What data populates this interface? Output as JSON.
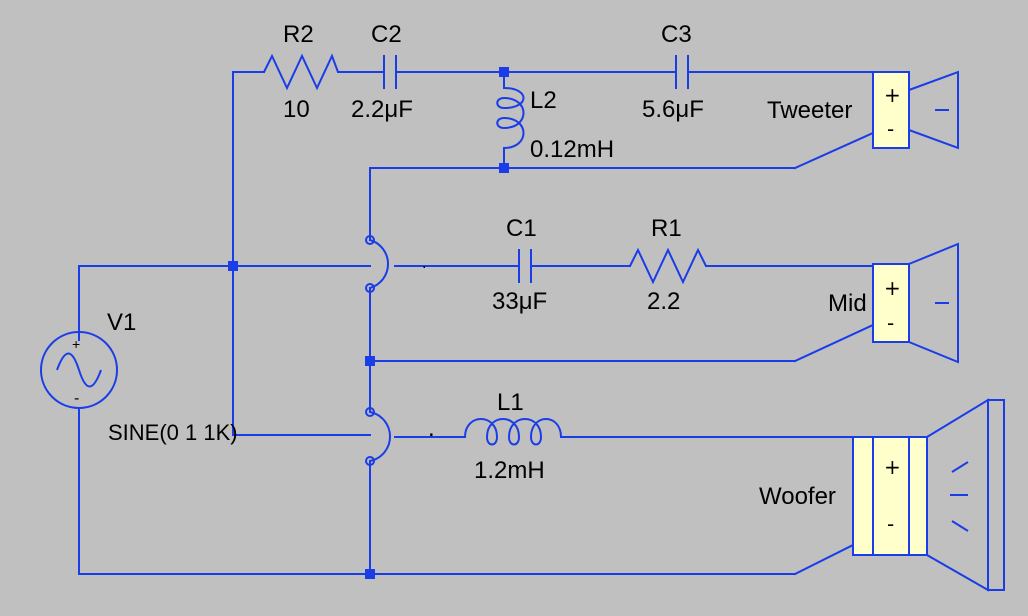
{
  "colors": {
    "background": "#c0c0c0",
    "wire": "#1a3de8",
    "speaker_magnet": "#ffffcc",
    "text": "#000000"
  },
  "source": {
    "name": "V1",
    "value": "SINE(0 1 1K)",
    "plus": "+",
    "minus": "-"
  },
  "resistors": {
    "r2": {
      "name": "R2",
      "value": "10"
    },
    "r1": {
      "name": "R1",
      "value": "2.2"
    }
  },
  "capacitors": {
    "c2": {
      "name": "C2",
      "value": "2.2μF"
    },
    "c3": {
      "name": "C3",
      "value": "5.6μF"
    },
    "c1": {
      "name": "C1",
      "value": "33μF"
    }
  },
  "inductors": {
    "l2": {
      "name": "L2",
      "value": "0.12mH"
    },
    "l1": {
      "name": "L1",
      "value": "1.2mH"
    }
  },
  "speakers": {
    "tweeter": {
      "name": "Tweeter",
      "plus": "+",
      "minus": "-"
    },
    "mid": {
      "name": "Mid",
      "plus": "+",
      "minus": "-"
    },
    "woofer": {
      "name": "Woofer",
      "plus": "+",
      "minus": "-"
    }
  },
  "marks": {
    "dot_mark": "."
  }
}
